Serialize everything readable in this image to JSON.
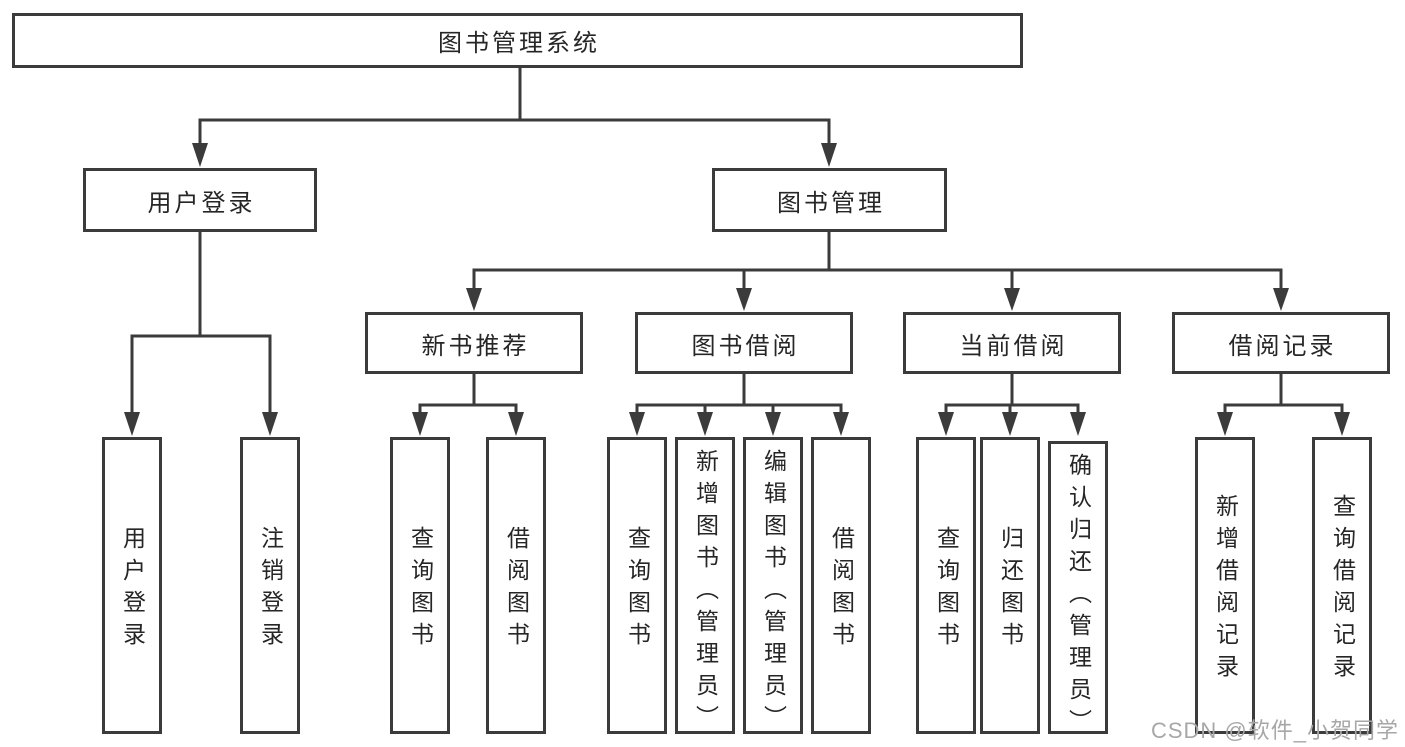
{
  "tree": {
    "root": {
      "label": "图书管理系统"
    },
    "login_branch": {
      "label": "用户登录",
      "children": [
        {
          "label": "用户登录"
        },
        {
          "label": "注销登录"
        }
      ]
    },
    "management_branch": {
      "label": "图书管理",
      "groups": [
        {
          "label": "新书推荐",
          "children": [
            {
              "label": "查询图书"
            },
            {
              "label": "借阅图书"
            }
          ]
        },
        {
          "label": "图书借阅",
          "children": [
            {
              "label": "查询图书"
            },
            {
              "label": "新增图书（管理员）"
            },
            {
              "label": "编辑图书（管理员）"
            },
            {
              "label": "借阅图书"
            }
          ]
        },
        {
          "label": "当前借阅",
          "children": [
            {
              "label": "查询图书"
            },
            {
              "label": "归还图书"
            },
            {
              "label": "确认归还（管理员）"
            }
          ]
        },
        {
          "label": "借阅记录",
          "children": [
            {
              "label": "新增借阅记录"
            },
            {
              "label": "查询借阅记录"
            }
          ]
        }
      ]
    }
  },
  "watermark": "CSDN @软件_小贺同学",
  "colors": {
    "line": "#3b3b3b",
    "text": "#262626",
    "background": "#ffffff",
    "watermark": "#a7a7a7"
  }
}
